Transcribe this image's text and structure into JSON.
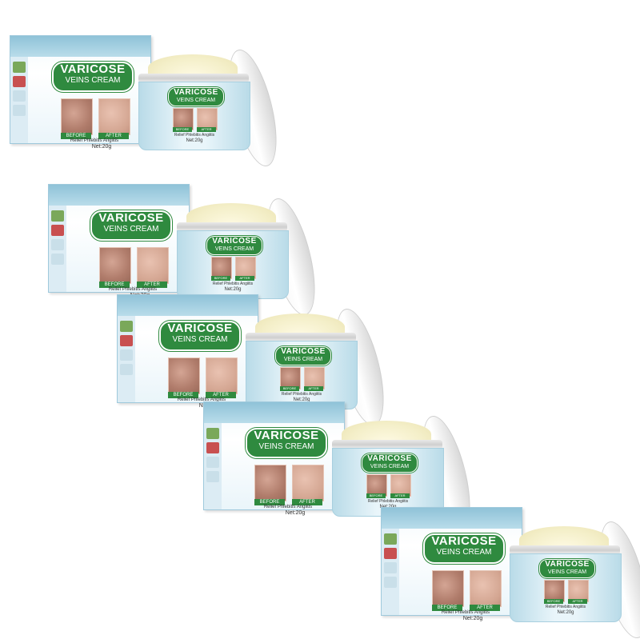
{
  "product": {
    "brand_line1": "VARICOSE",
    "brand_line2": "VEINS CREAM",
    "before_label": "BEFORE",
    "after_label": "AFTER",
    "subtitle": "Relief Phlebitis Angiitis",
    "net_weight": "Net:20g"
  },
  "colors": {
    "badge_green": "#2f8a3f",
    "box_blue": "#8fc2d8",
    "jar_blue": "#b9dbe8",
    "cream": "#f4efc9"
  },
  "sets_count_note": "5 identical product sets arranged diagonally"
}
